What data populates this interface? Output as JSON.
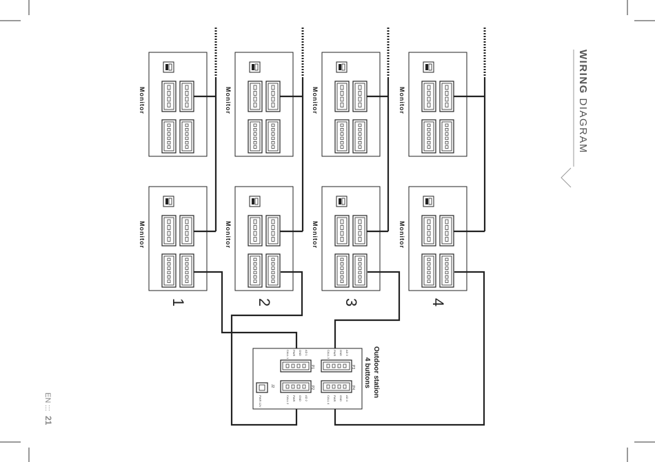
{
  "title": {
    "bold": "WIRING",
    "light": " DIAGRAM"
  },
  "monitor_label": "Monitor",
  "groups": [
    "1",
    "2",
    "3",
    "4"
  ],
  "station": {
    "title_line1": "Outdoor station",
    "title_line2": "4 buttons",
    "ports": [
      "P1",
      "P2",
      "P3",
      "P4"
    ],
    "power_label": "J2",
    "power_pins": "PWR  12V",
    "pin_labels": {
      "p1": [
        "CALL 1",
        "PWR",
        "GND",
        "AD 1"
      ],
      "p2": [
        "CALL 2",
        "PWR",
        "GND",
        "AD 2"
      ],
      "p3": [
        "CALL 3",
        "PWR",
        "GND",
        "AD 3"
      ],
      "p4": [
        "CALL 4",
        "PWR",
        "GND",
        "AD 4"
      ]
    }
  },
  "page": {
    "lang": "EN",
    "number": "21"
  }
}
